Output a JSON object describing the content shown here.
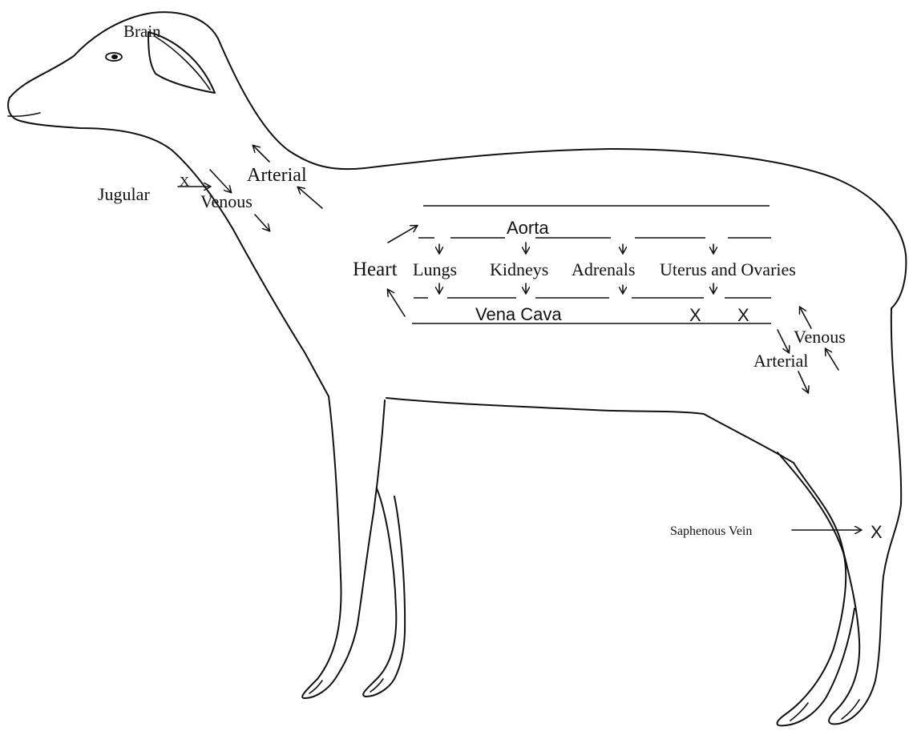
{
  "labels": {
    "brain": "Brain",
    "jugular": "Jugular",
    "jugular_x": "X",
    "arterial_neck": "Arterial",
    "venous_neck": "Venous",
    "aorta": "Aorta",
    "heart": "Heart",
    "lungs": "Lungs",
    "kidneys": "Kidneys",
    "adrenals": "Adrenals",
    "uterus_ovaries": "Uterus and Ovaries",
    "vena_cava": "Vena Cava",
    "vena_cava_x1": "X",
    "vena_cava_x2": "X",
    "venous_hind": "Venous",
    "arterial_hind": "Arterial",
    "saphenous_vein": "Saphenous Vein",
    "saphenous_x": "X"
  }
}
